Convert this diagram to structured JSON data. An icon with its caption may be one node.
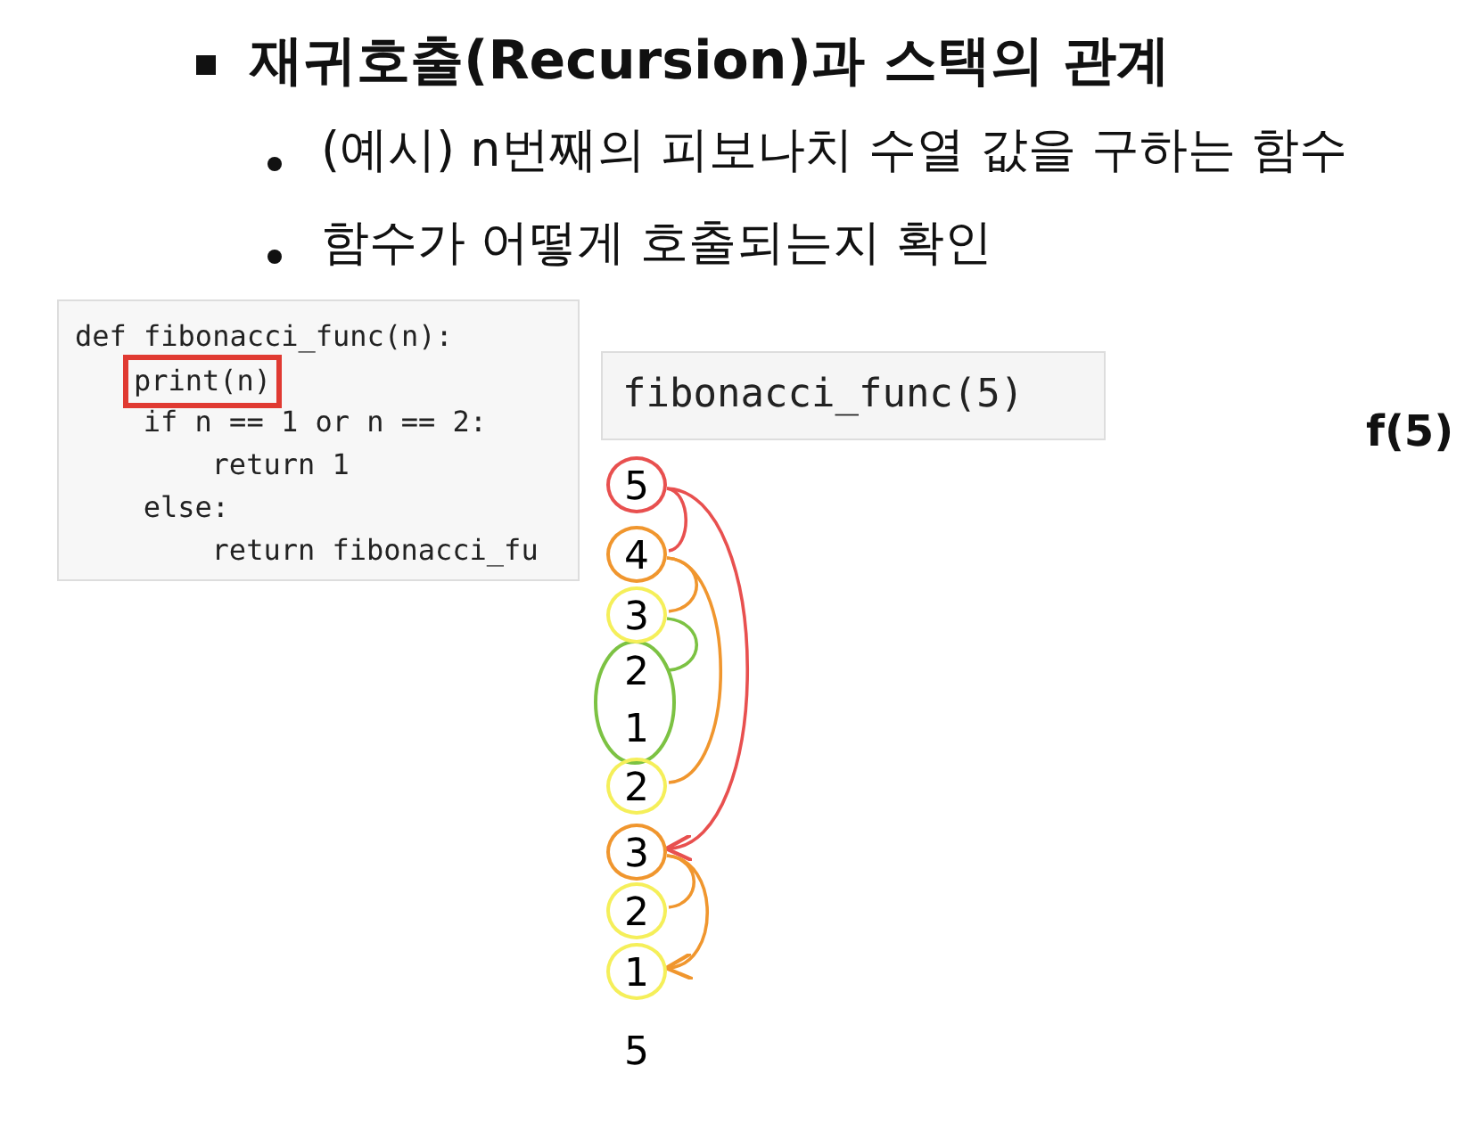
{
  "diagram": {
    "title": "재귀호출(Recursion)과 스택의 관계",
    "nodes": [
      {
        "text": [
          "def fibonacci_func(n):",
          "if n == 1 or n == 2:",
          "return 1",
          "else:",
          "return fibonacci_fu"
        ]
      },
      {
        "text": [
          "print(n)"
        ],
        "in": 0
      },
      {
        "text": [
          "fibonacci_func(5)"
        ]
      },
      {
        "text": [
          "5"
        ]
      },
      {
        "text": [
          "4"
        ]
      },
      {
        "text": [
          "3"
        ]
      },
      {
        "text": [
          "2"
        ]
      },
      {
        "text": [
          "1"
        ]
      },
      {
        "text": [
          "2"
        ]
      },
      {
        "text": [
          "3"
        ]
      },
      {
        "text": [
          "2"
        ]
      },
      {
        "text": [
          "1"
        ]
      },
      {
        "text": [
          "5"
        ]
      }
    ],
    "edges": [
      {
        "from": 3,
        "to": 4,
        "arrow": "none",
        "color": "#e8504f"
      },
      {
        "from": 3,
        "to": 9,
        "arrow": "to",
        "color": "#e8504f"
      },
      {
        "from": 4,
        "to": 5,
        "arrow": "none"
      },
      {
        "from": 4,
        "to": 8,
        "arrow": "none"
      },
      {
        "from": 5,
        "to": 6,
        "arrow": "none",
        "color": "#7cc243"
      },
      {
        "from": 9,
        "to": 10,
        "arrow": "none"
      },
      {
        "from": 9,
        "to": 11,
        "arrow": "to"
      }
    ],
    "labels": [
      "(예시) n번째의 피보나치 수열 값을 구하는 함수",
      "함수가 어떻게 호출되는지 확인",
      "f(5)"
    ]
  }
}
